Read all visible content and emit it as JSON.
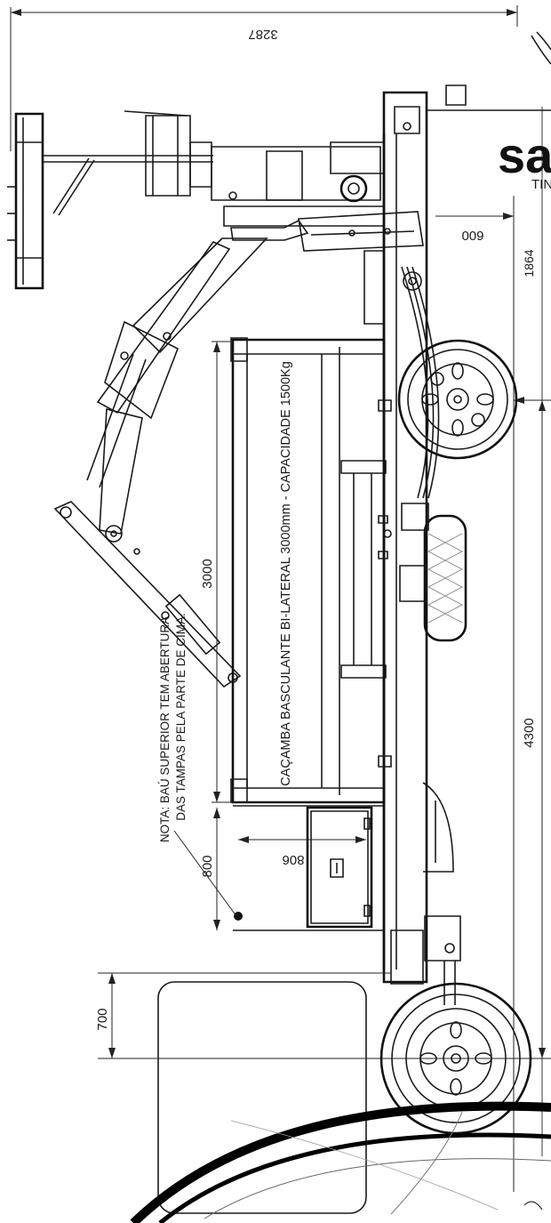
{
  "dimensions": {
    "total_height": "3287",
    "mast_offset": "600",
    "front_section": "1864",
    "bed_length": "3000",
    "wheelbase_section": "4300",
    "box_width": "806",
    "box_height": "800",
    "rear_overhang": "700"
  },
  "labels": {
    "bed_caption": "CAÇAMBA BASCULANTE BI-LATERAL 3000mm - CAPACIDADE 1500Kg",
    "note_line1": "NOTA: BAÚ SUPERIOR TEM ABERTURA",
    "note_line2": "DAS TAMPAS PELA PARTE DE CIMA."
  },
  "brand": {
    "logo_fragment": "sa",
    "tagline_fragment": "TIN"
  },
  "colors": {
    "ink": "#1a1a1a",
    "paper": "#ffffff"
  }
}
